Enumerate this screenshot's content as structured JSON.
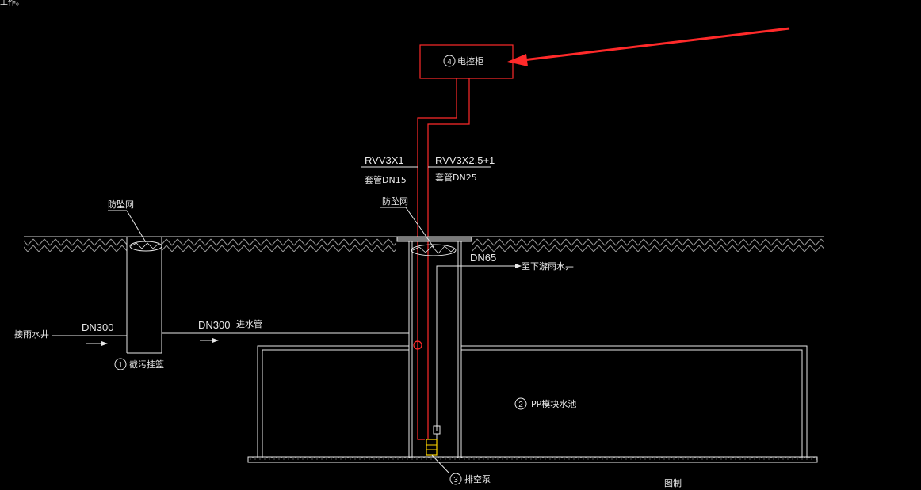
{
  "top_left_fragment": "工作。",
  "control_cabinet": {
    "number": "4",
    "label": "电控柜",
    "color": "#ff2a2a"
  },
  "cable_left": {
    "spec": "RVV3X1",
    "sleeve": "套管DN15"
  },
  "cable_right": {
    "spec": "RVV3X2.5+1",
    "sleeve": "套管DN25"
  },
  "anti_fall_net_left": "防坠网",
  "anti_fall_net_center": "防坠网",
  "outlet_pipe": {
    "size": "DN65",
    "destination": "至下游雨水井"
  },
  "inlet_source": "接雨水井",
  "inlet_pipe_1": {
    "size": "DN300"
  },
  "inlet_pipe_2": {
    "size": "DN300",
    "label": "进水管"
  },
  "items": [
    {
      "number": "1",
      "label": "截污挂篮"
    },
    {
      "number": "2",
      "label": "PP模块水池"
    },
    {
      "number": "3",
      "label": "排空泵"
    }
  ],
  "caption": "图制",
  "colors": {
    "line": "#ffffff",
    "red": "#ff2a2a",
    "pump": "#ffd400",
    "hatch": "#9a9a9a"
  }
}
